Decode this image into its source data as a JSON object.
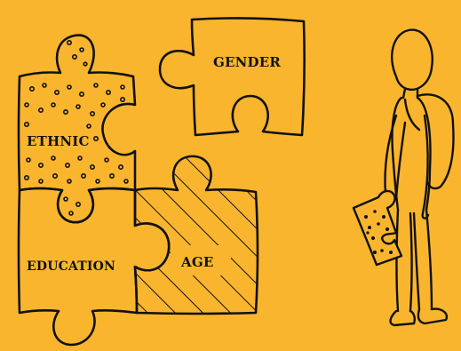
{
  "colors": {
    "background": "#FAB52E",
    "ink": "#111111"
  },
  "puzzle": {
    "pieces": [
      {
        "id": "ethnic",
        "label": "ETHNIC",
        "pattern": "dots"
      },
      {
        "id": "gender",
        "label": "GENDER",
        "pattern": "plain"
      },
      {
        "id": "education",
        "label": "EDUCATION",
        "pattern": "plain"
      },
      {
        "id": "age",
        "label": "AGE",
        "pattern": "diagonal-hatch"
      }
    ]
  },
  "figure": {
    "description_icon": "person-holding-puzzle-piece",
    "held_piece_pattern": "dots"
  }
}
